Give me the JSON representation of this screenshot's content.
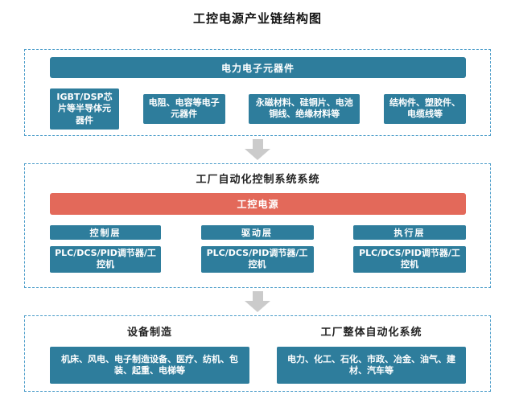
{
  "title": "工控电源产业链结构图",
  "section1": {
    "header": "电力电子元器件",
    "items": [
      "IGBT/DSP芯片等半导体元器件",
      "电阻、电容等电子元器件",
      "永磁材料、硅铜片、电池铜线、绝缘材料等",
      "结构件、塑胶件、电缆线等"
    ]
  },
  "section2": {
    "title": "工厂自动化控制系统系统",
    "power_bar": "工控电源",
    "layers": [
      {
        "name": "控制层",
        "content": "PLC/DCS/PID调节器/工控机"
      },
      {
        "name": "驱动层",
        "content": "PLC/DCS/PID调节器/工控机"
      },
      {
        "name": "执行层",
        "content": "PLC/DCS/PID调节器/工控机"
      }
    ]
  },
  "section3": {
    "left_title": "设备制造",
    "right_title": "工厂整体自动化系统",
    "left_box": "机床、风电、电子制造设备、医疗、纺机、包装、起重、电梯等",
    "right_box": "电力、化工、石化、市政、冶金、油气、建材、汽车等"
  },
  "icons": {
    "arrow_down": "down-arrow"
  },
  "colors": {
    "box_teal": "#2e7d9c",
    "bar_red": "#e3695a",
    "border_blue": "#4a9cc9",
    "arrow_gray": "#cbcbcb"
  }
}
